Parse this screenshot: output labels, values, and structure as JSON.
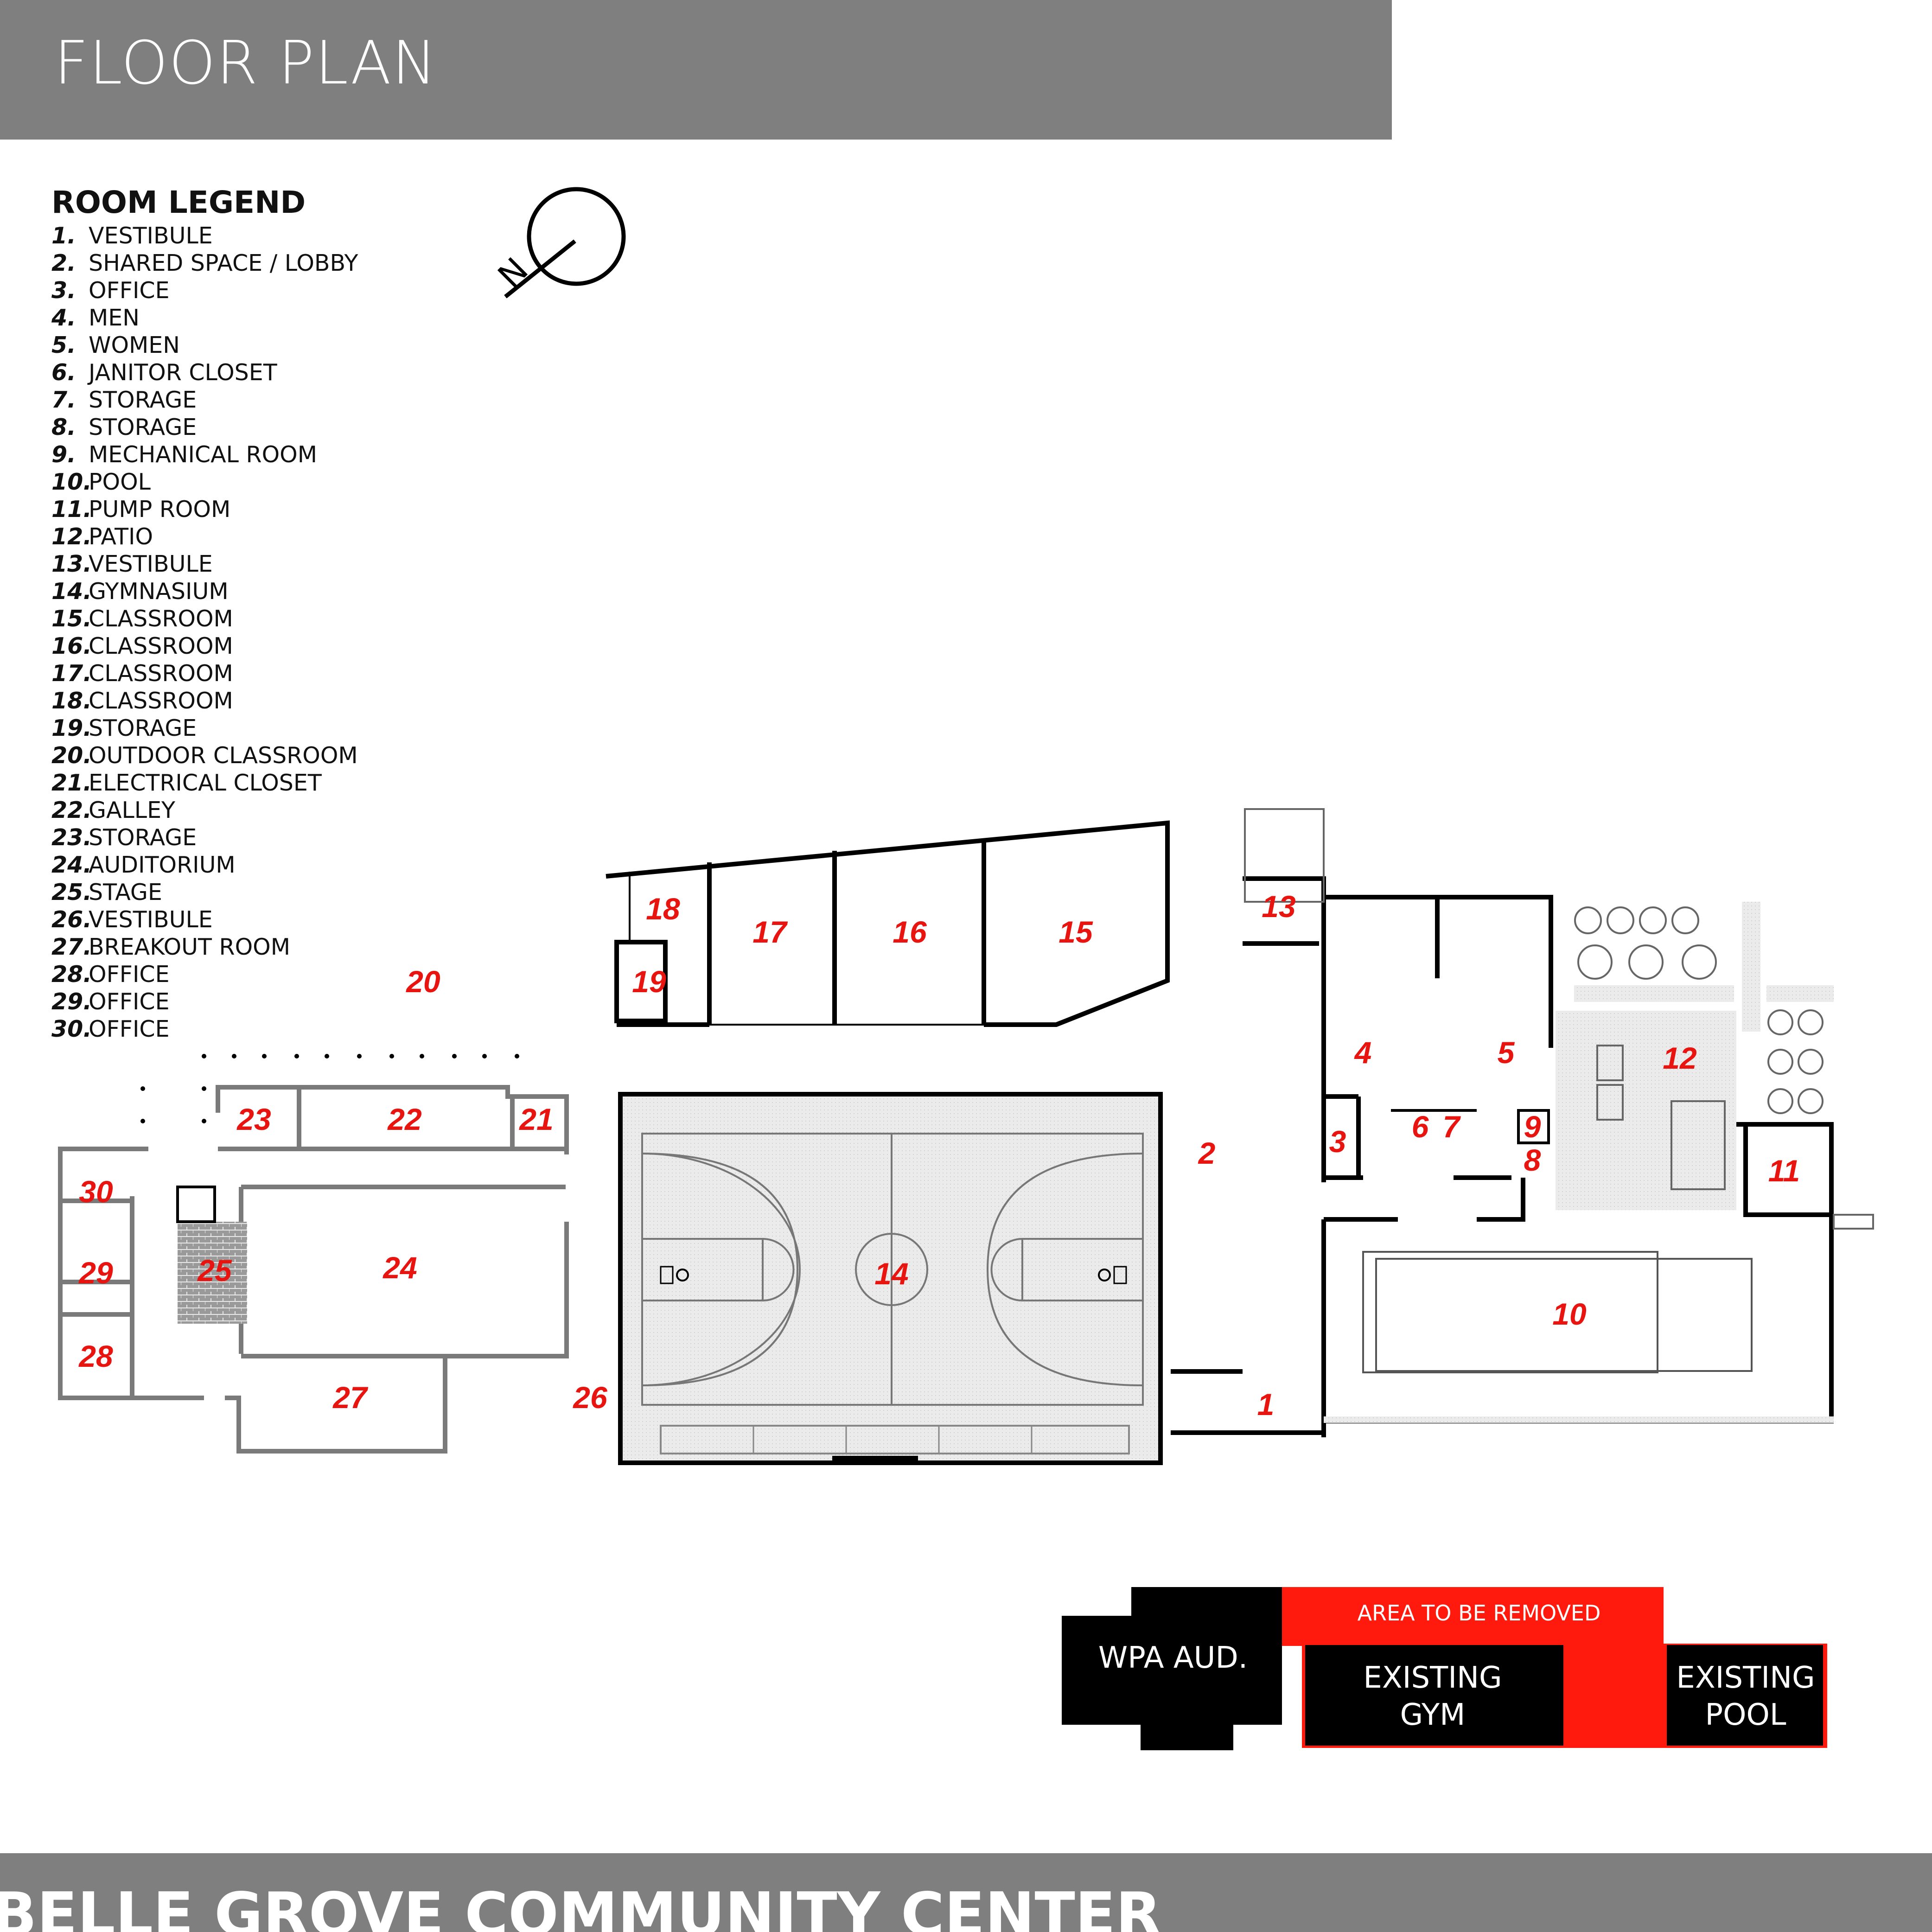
{
  "header": {
    "title": "FLOOR PLAN"
  },
  "legend": {
    "title": "ROOM LEGEND",
    "items": [
      {
        "num": "1.",
        "label": "VESTIBULE"
      },
      {
        "num": "2.",
        "label": "SHARED SPACE / LOBBY"
      },
      {
        "num": "3.",
        "label": "OFFICE"
      },
      {
        "num": "4.",
        "label": "MEN"
      },
      {
        "num": "5.",
        "label": "WOMEN"
      },
      {
        "num": "6.",
        "label": "JANITOR CLOSET"
      },
      {
        "num": "7.",
        "label": "STORAGE"
      },
      {
        "num": "8.",
        "label": "STORAGE"
      },
      {
        "num": "9.",
        "label": "MECHANICAL ROOM"
      },
      {
        "num": "10.",
        "label": "POOL"
      },
      {
        "num": "11.",
        "label": "PUMP ROOM"
      },
      {
        "num": "12.",
        "label": "PATIO"
      },
      {
        "num": "13.",
        "label": "VESTIBULE"
      },
      {
        "num": "14.",
        "label": "GYMNASIUM"
      },
      {
        "num": "15.",
        "label": "CLASSROOM"
      },
      {
        "num": "16.",
        "label": "CLASSROOM"
      },
      {
        "num": "17.",
        "label": "CLASSROOM"
      },
      {
        "num": "18.",
        "label": "CLASSROOM"
      },
      {
        "num": "19.",
        "label": "STORAGE"
      },
      {
        "num": "20.",
        "label": "OUTDOOR CLASSROOM"
      },
      {
        "num": "21.",
        "label": "ELECTRICAL CLOSET"
      },
      {
        "num": "22.",
        "label": "GALLEY"
      },
      {
        "num": "23.",
        "label": "STORAGE"
      },
      {
        "num": "24.",
        "label": "AUDITORIUM"
      },
      {
        "num": "25.",
        "label": "STAGE"
      },
      {
        "num": "26.",
        "label": "VESTIBULE"
      },
      {
        "num": "27.",
        "label": "BREAKOUT ROOM"
      },
      {
        "num": "28.",
        "label": "OFFICE"
      },
      {
        "num": "29.",
        "label": "OFFICE"
      },
      {
        "num": "30.",
        "label": "OFFICE"
      }
    ]
  },
  "north_arrow": {
    "letter": "N"
  },
  "room_labels": [
    "1",
    "2",
    "3",
    "4",
    "5",
    "6",
    "7",
    "8",
    "9",
    "10",
    "11",
    "12",
    "13",
    "14",
    "15",
    "16",
    "17",
    "18",
    "19",
    "20",
    "21",
    "22",
    "23",
    "24",
    "25",
    "26",
    "27",
    "28",
    "29",
    "30"
  ],
  "key": {
    "removed_label": "AREA TO BE REMOVED",
    "wpa_label": "WPA AUD.",
    "gym_line1": "EXISTING",
    "gym_line2": "GYM",
    "pool_line1": "EXISTING",
    "pool_line2": "POOL"
  },
  "colors": {
    "accent_red": "#e8140f",
    "header_gray": "#7f7f7f",
    "wall": "#000000",
    "existing_wall": "#7a7a7a"
  },
  "footer": {
    "title": "BELLE GROVE COMMUNITY CENTER"
  }
}
